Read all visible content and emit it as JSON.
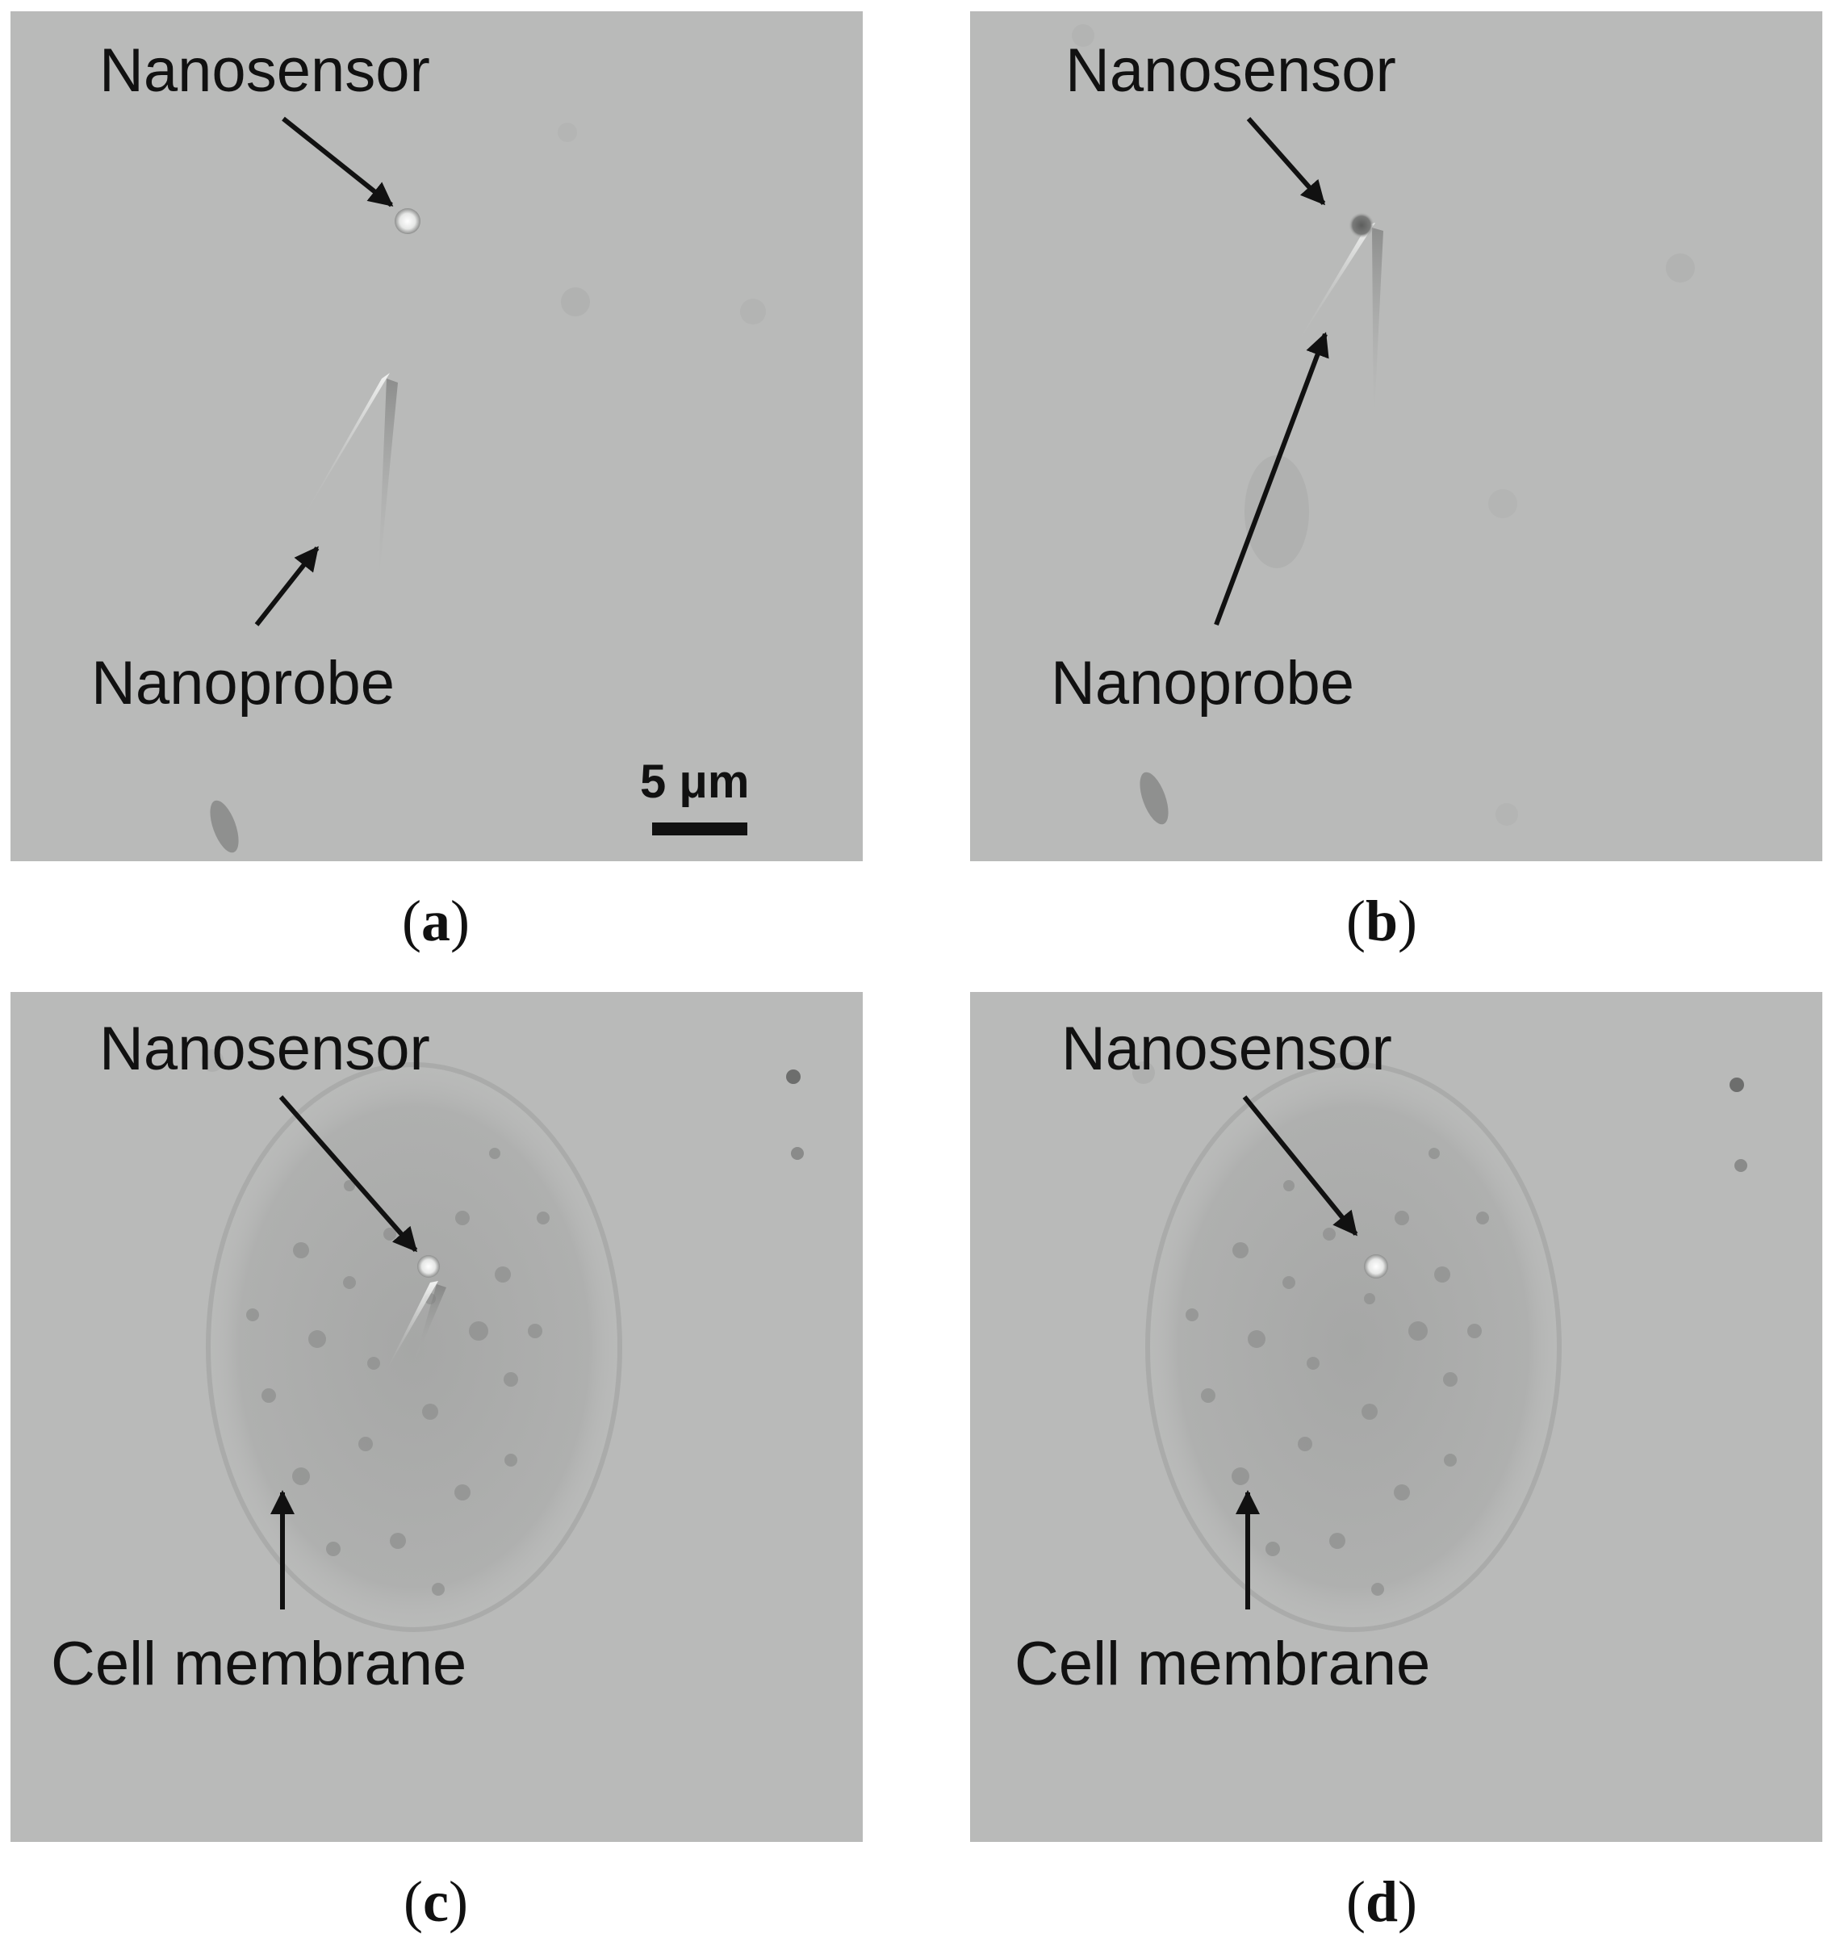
{
  "panels": [
    {
      "id": "a",
      "caption": "a",
      "labels": {
        "sensor": "Nanosensor",
        "probe": "Nanoprobe"
      },
      "scale_bar": "5 μm"
    },
    {
      "id": "b",
      "caption": "b",
      "labels": {
        "sensor": "Nanosensor",
        "probe": "Nanoprobe"
      }
    },
    {
      "id": "c",
      "caption": "c",
      "labels": {
        "sensor": "Nanosensor",
        "membrane": "Cell membrane"
      }
    },
    {
      "id": "d",
      "caption": "d",
      "labels": {
        "sensor": "Nanosensor",
        "membrane": "Cell membrane"
      }
    }
  ],
  "colors": {
    "background": "#b8b9b8",
    "cell": "#a9aaa9",
    "arrow": "#111111"
  }
}
